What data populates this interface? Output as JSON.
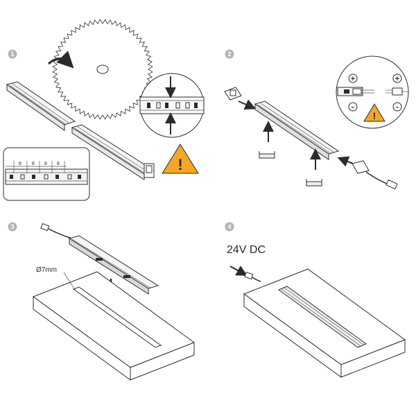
{
  "steps": [
    {
      "number": "1"
    },
    {
      "number": "2"
    },
    {
      "number": "3"
    },
    {
      "number": "4"
    }
  ],
  "step1": {
    "cut_marks": [
      "8",
      "8",
      "8",
      "8"
    ],
    "warning_glyph": "!",
    "warning_color": "#f5a623"
  },
  "step2": {
    "plus": "+",
    "minus": "-",
    "warning_glyph": "!",
    "warning_color": "#f5a623"
  },
  "step3": {
    "hole_label": "Ø7mm"
  },
  "step4": {
    "power_label": "24V DC"
  },
  "colors": {
    "line": "#2b2b2b",
    "badge": "#b5b5b5",
    "warning": "#f5a623"
  },
  "icons": [
    "saw-blade-icon",
    "rotate-arrow-icon",
    "warning-icon",
    "down-arrow-icon",
    "up-arrow-icon",
    "connector-icon",
    "clip-icon"
  ]
}
